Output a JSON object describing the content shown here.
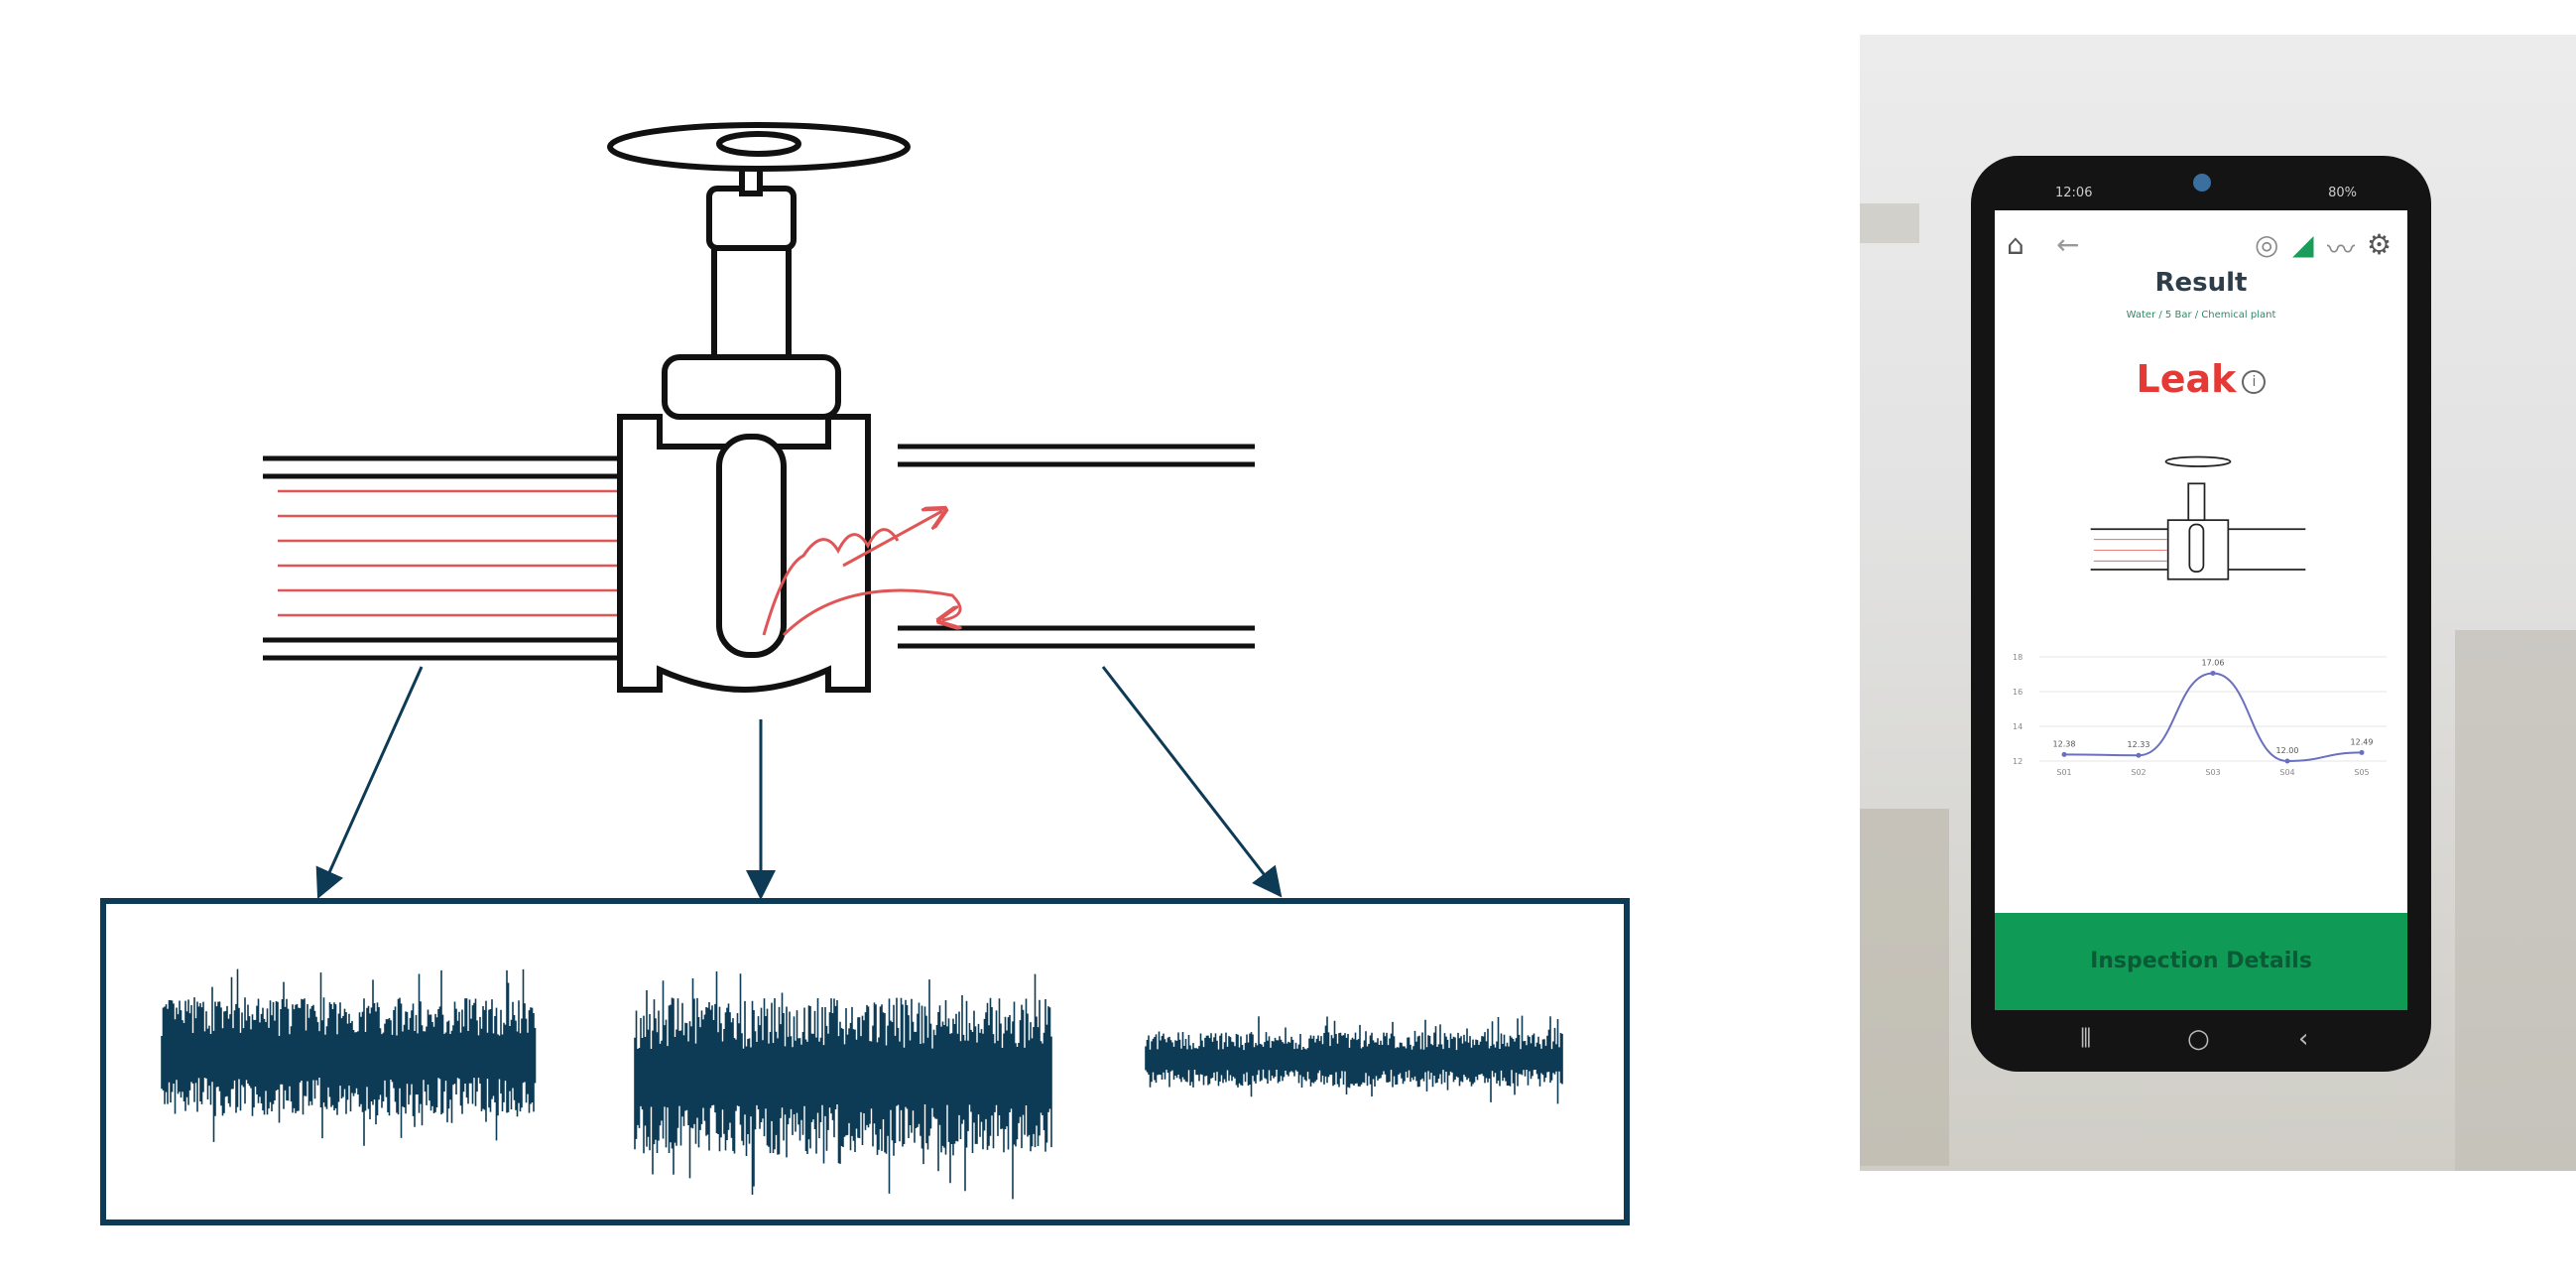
{
  "colors": {
    "flow_arrows": "#e05555",
    "signal": "#0d3a55",
    "box_border": "#0d3a55",
    "leak": "#e53935",
    "cta": "#0f9a55"
  },
  "phone": {
    "status_time": "12:06",
    "status_battery": "80%",
    "icons": [
      "home-icon",
      "back-arrow-icon",
      "sensor-off-icon",
      "leak-icon",
      "trend-icon",
      "gear-icon"
    ],
    "title": "Result",
    "subtitle": "Water / 5 Bar / Chemical plant",
    "result": "Leak",
    "info_glyph": "i",
    "cta_label": "Inspection Details"
  },
  "chart_data": {
    "type": "line",
    "categories": [
      "S01",
      "S02",
      "S03",
      "S04",
      "S05"
    ],
    "values": [
      12.38,
      12.33,
      17.06,
      12.0,
      12.49
    ],
    "data_labels": [
      "12.38",
      "12.33",
      "17.06",
      "12.00",
      "12.49"
    ],
    "ylim": [
      12,
      18
    ],
    "yticks": [
      "12",
      "14",
      "16",
      "18"
    ],
    "grid": true
  }
}
